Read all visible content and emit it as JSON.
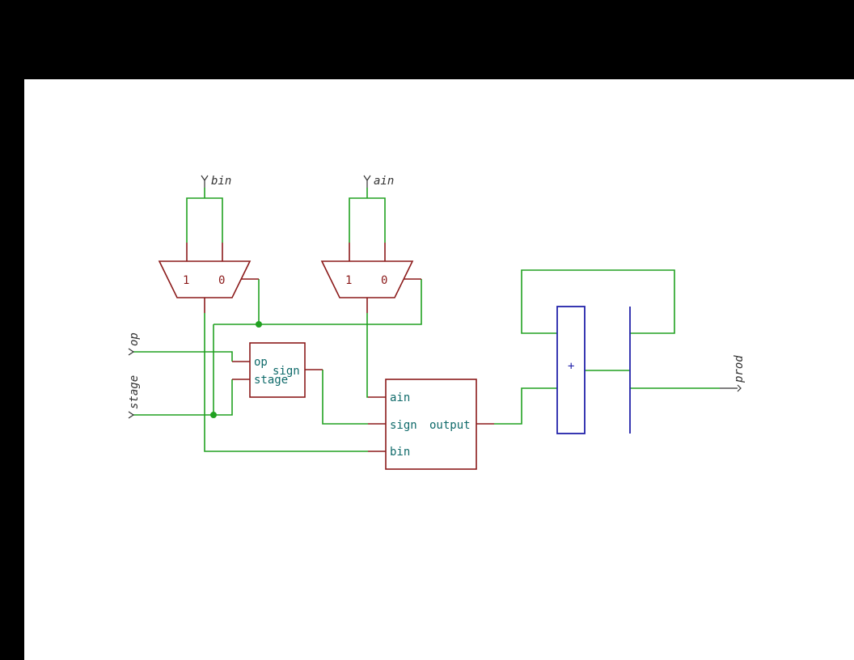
{
  "nets": {
    "bin": "bin",
    "ain": "ain",
    "op": "op",
    "stage": "stage",
    "prod": "prod"
  },
  "mux_left": {
    "in1": "1",
    "in0": "0"
  },
  "mux_right": {
    "in1": "1",
    "in0": "0"
  },
  "sign_block": {
    "pin_op": "op",
    "pin_stage": "stage",
    "pin_sign": "sign"
  },
  "main_block": {
    "pin_ain": "ain",
    "pin_sign": "sign",
    "pin_bin": "bin",
    "pin_output": "output"
  },
  "adder": {
    "symbol": "+"
  },
  "colors": {
    "wire": "#21a121",
    "component": "#8b1a1a",
    "pin_text": "#0f6a6a",
    "register": "#2222aa",
    "background": "#ffffff"
  }
}
